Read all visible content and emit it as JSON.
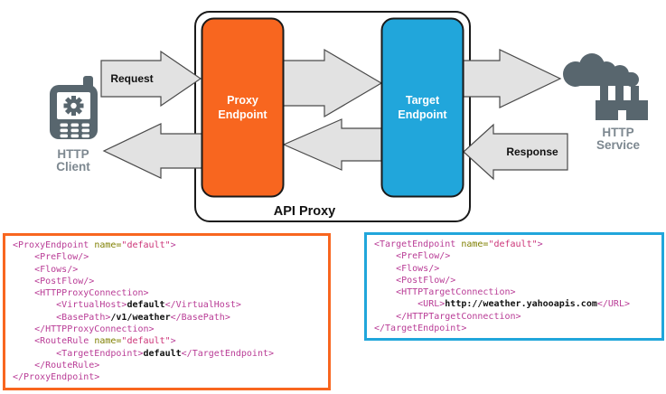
{
  "colors": {
    "proxy-orange": "#F8661F",
    "target-blue": "#21A6DB",
    "icon-slate": "#58666E",
    "label-gray": "#7D8890",
    "arrow-fill": "#E2E2E2",
    "arrow-stroke": "#4A4A4A",
    "tok-tag": "#B93C96",
    "tok-attr": "#7F7F00",
    "tok-val": "#CC3377",
    "tok-text": "#111111"
  },
  "diagram": {
    "client": {
      "line1": "HTTP",
      "line2": "Client"
    },
    "service": {
      "line1": "HTTP",
      "line2": "Service"
    },
    "request_label": "Request",
    "response_label": "Response",
    "api_proxy_label": "API Proxy",
    "proxy_endpoint": {
      "line1": "Proxy",
      "line2": "Endpoint"
    },
    "target_endpoint": {
      "line1": "Target",
      "line2": "Endpoint"
    }
  },
  "proxy_code": {
    "lines": [
      [
        [
          "tag",
          "<ProxyEndpoint"
        ],
        [
          "attr",
          " name="
        ],
        [
          "val",
          "\"default\""
        ],
        [
          "tag",
          ">"
        ]
      ],
      [
        [
          "tag",
          "    <PreFlow/>"
        ]
      ],
      [
        [
          "tag",
          "    <Flows/>"
        ]
      ],
      [
        [
          "tag",
          "    <PostFlow/>"
        ]
      ],
      [
        [
          "tag",
          "    <HTTPProxyConnection>"
        ]
      ],
      [
        [
          "tag",
          "        <VirtualHost>"
        ],
        [
          "text",
          "default"
        ],
        [
          "tag",
          "</VirtualHost>"
        ]
      ],
      [
        [
          "tag",
          "        <BasePath>"
        ],
        [
          "text",
          "/v1/weather"
        ],
        [
          "tag",
          "</BasePath>"
        ]
      ],
      [
        [
          "tag",
          "    </HTTPProxyConnection>"
        ]
      ],
      [
        [
          "tag",
          "    <RouteRule"
        ],
        [
          "attr",
          " name="
        ],
        [
          "val",
          "\"default\""
        ],
        [
          "tag",
          ">"
        ]
      ],
      [
        [
          "tag",
          "        <TargetEndpoint>"
        ],
        [
          "text",
          "default"
        ],
        [
          "tag",
          "</TargetEndpoint>"
        ]
      ],
      [
        [
          "tag",
          "    </RouteRule>"
        ]
      ],
      [
        [
          "tag",
          "</ProxyEndpoint>"
        ]
      ]
    ]
  },
  "target_code": {
    "lines": [
      [
        [
          "tag",
          "<TargetEndpoint"
        ],
        [
          "attr",
          " name="
        ],
        [
          "val",
          "\"default\""
        ],
        [
          "tag",
          ">"
        ]
      ],
      [
        [
          "tag",
          "    <PreFlow/>"
        ]
      ],
      [
        [
          "tag",
          "    <Flows/>"
        ]
      ],
      [
        [
          "tag",
          "    <PostFlow/>"
        ]
      ],
      [
        [
          "tag",
          "    <HTTPTargetConnection>"
        ]
      ],
      [
        [
          "tag",
          "        <URL>"
        ],
        [
          "text",
          "http://weather.yahooapis.com"
        ],
        [
          "tag",
          "</URL>"
        ]
      ],
      [
        [
          "tag",
          "    </HTTPTargetConnection>"
        ]
      ],
      [
        [
          "tag",
          "</TargetEndpoint>"
        ]
      ]
    ]
  }
}
